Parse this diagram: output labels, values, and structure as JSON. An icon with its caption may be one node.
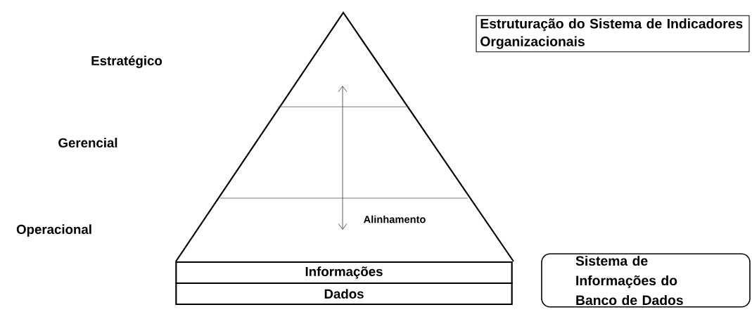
{
  "diagram": {
    "nodes": [
      {
        "text": [
          "Estruturação do Sistema de Indicadores Organizacionais"
        ]
      },
      {
        "text": [
          "Informações"
        ]
      },
      {
        "text": [
          "Dados"
        ]
      },
      {
        "text": [
          "Sistema de Informações do Banco de Dados"
        ]
      }
    ],
    "labels": [
      "Estratégico",
      "Gerencial",
      "Operacional",
      "Alinhamento"
    ]
  }
}
